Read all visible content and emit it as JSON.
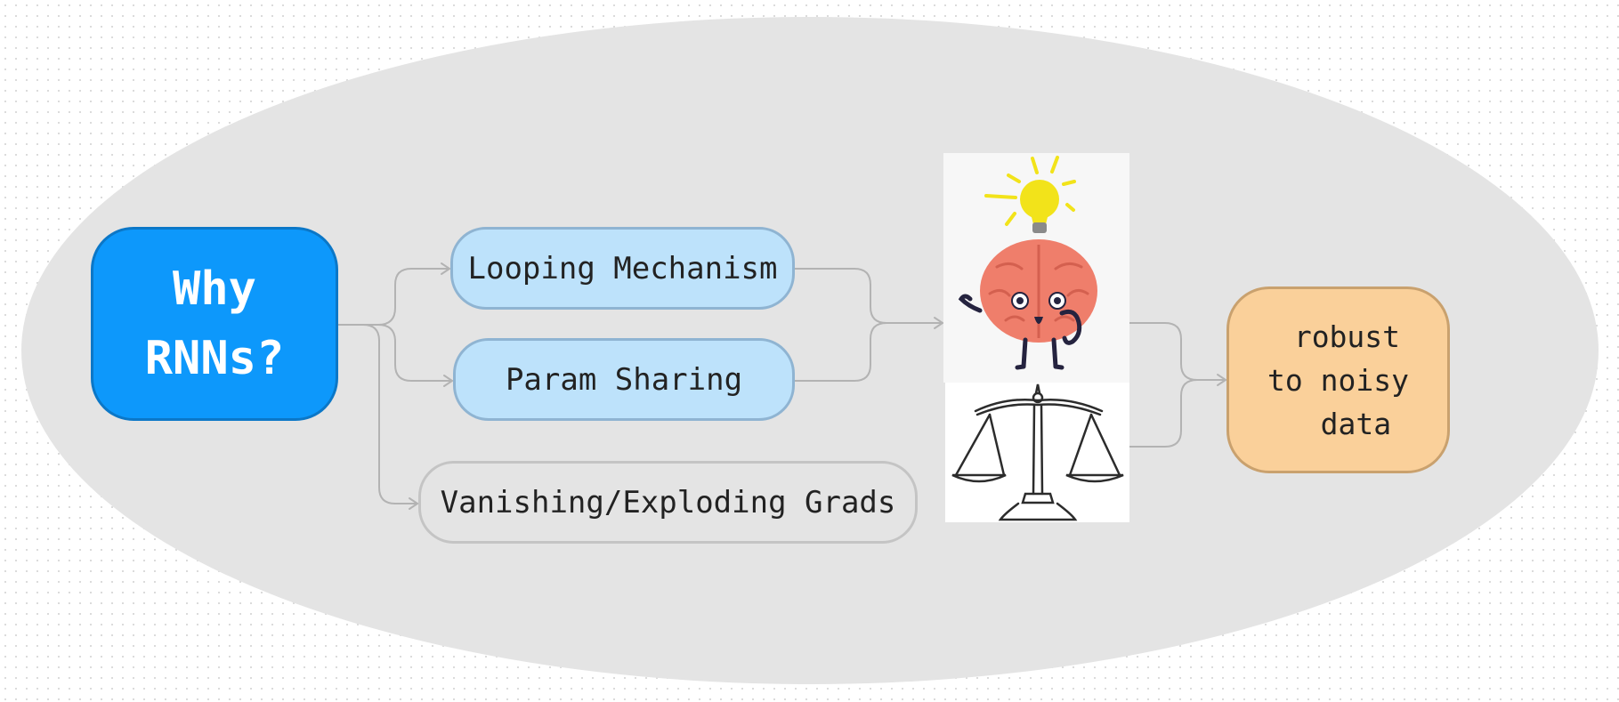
{
  "diagram": {
    "root": {
      "label": "Why\nRNNs?"
    },
    "branches": [
      {
        "label": "Looping Mechanism"
      },
      {
        "label": "Param Sharing"
      },
      {
        "label": "Vanishing/Exploding Grads"
      }
    ],
    "illustrations": [
      {
        "icon": "lightbulb-icon"
      },
      {
        "icon": "brain-icon"
      },
      {
        "icon": "scale-icon"
      }
    ],
    "result": {
      "label": " robust\nto noisy\n  data"
    }
  },
  "colors": {
    "background_ellipse": "#e4e4e4",
    "root_fill": "#0d98fb",
    "branch_fill": "#bde2fb",
    "neutral_fill": "#e4e4e4",
    "result_fill": "#fad09a",
    "connector": "#b3b3b3",
    "bulb": "#f2e31a",
    "brain": "#ef7e6b"
  }
}
